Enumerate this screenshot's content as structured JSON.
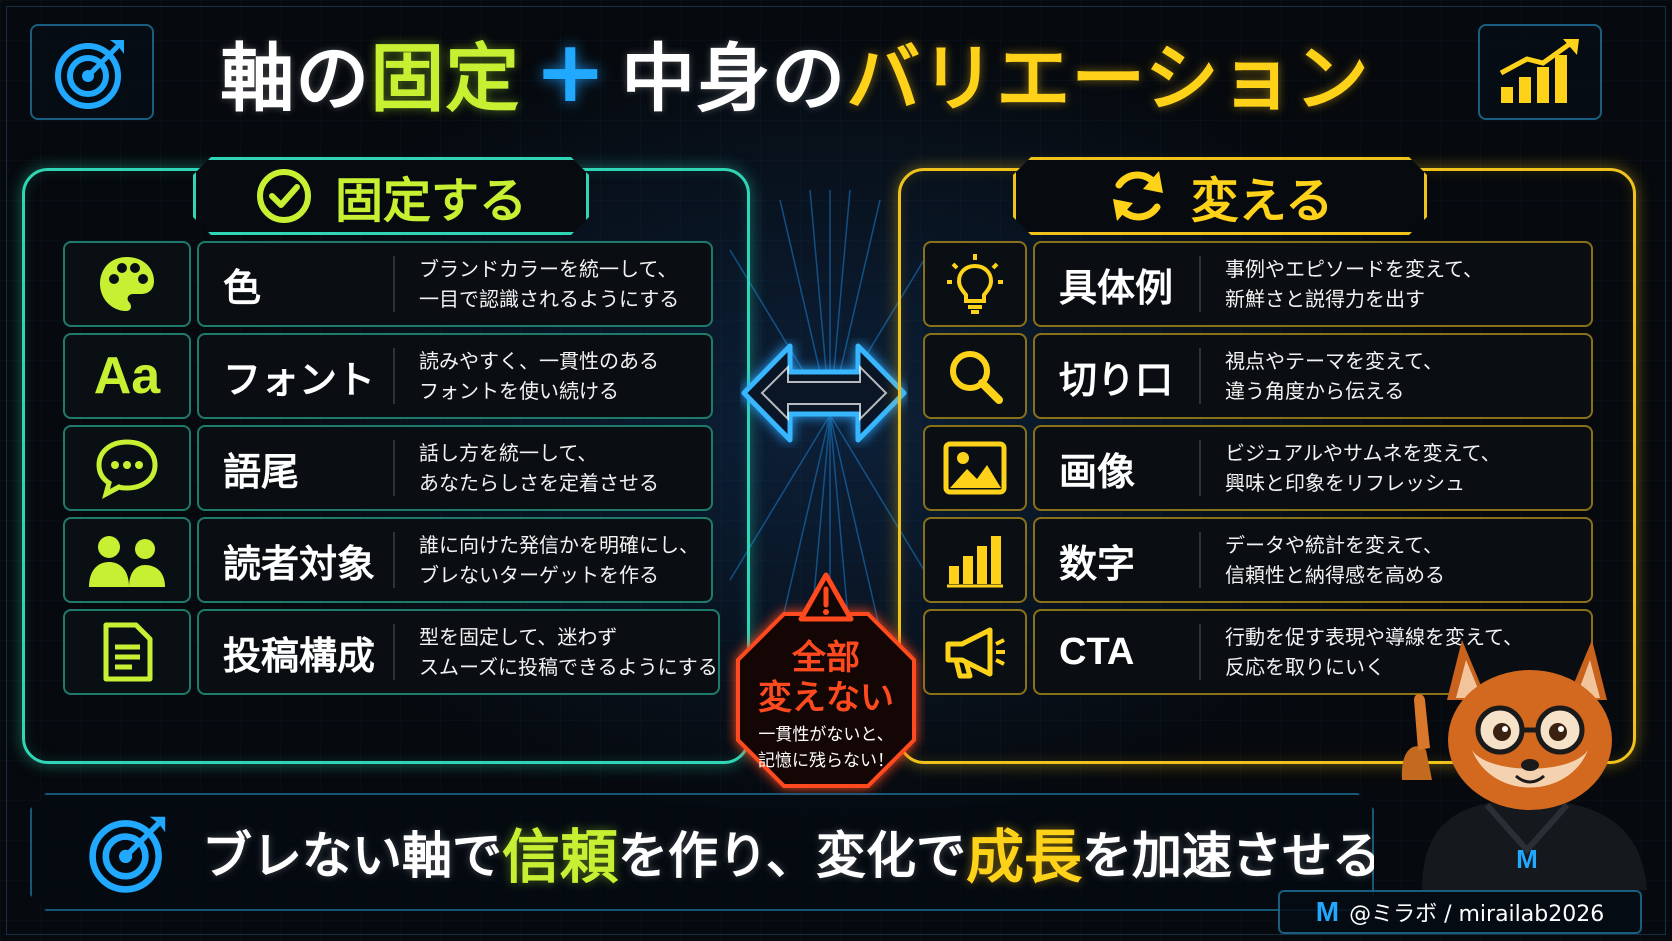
{
  "title": {
    "part1": "軸の",
    "part2": "固定",
    "plus": "+",
    "part3": "中身の",
    "part4": "バリエーション"
  },
  "left_panel": {
    "heading": "固定する",
    "items": [
      {
        "label": "色",
        "desc1": "ブランドカラーを統一して、",
        "desc2": "一目で認識されるようにする",
        "icon": "palette-icon"
      },
      {
        "label": "フォント",
        "desc1": "読みやすく、一貫性のある",
        "desc2": "フォントを使い続ける",
        "icon": "font-icon",
        "icon_text": "Aa"
      },
      {
        "label": "語尾",
        "desc1": "話し方を統一して、",
        "desc2": "あなたらしさを定着させる",
        "icon": "speech-bubble-icon"
      },
      {
        "label": "読者対象",
        "desc1": "誰に向けた発信かを明確にし、",
        "desc2": "ブレないターゲットを作る",
        "icon": "users-icon"
      },
      {
        "label": "投稿構成",
        "desc1": "型を固定して、迷わず",
        "desc2": "スムーズに投稿できるようにする",
        "icon": "document-icon"
      }
    ]
  },
  "right_panel": {
    "heading": "変える",
    "items": [
      {
        "label": "具体例",
        "desc1": "事例やエピソードを変えて、",
        "desc2": "新鮮さと説得力を出す",
        "icon": "lightbulb-icon"
      },
      {
        "label": "切り口",
        "desc1": "視点やテーマを変えて、",
        "desc2": "違う角度から伝える",
        "icon": "magnifier-icon"
      },
      {
        "label": "画像",
        "desc1": "ビジュアルやサムネを変えて、",
        "desc2": "興味と印象をリフレッシュ",
        "icon": "image-icon"
      },
      {
        "label": "数字",
        "desc1": "データや統計を変えて、",
        "desc2": "信頼性と納得感を高める",
        "icon": "bar-chart-icon"
      },
      {
        "label": "CTA",
        "desc1": "行動を促す表現や導線を変えて、",
        "desc2": "反応を取りにいく",
        "icon": "megaphone-icon"
      }
    ]
  },
  "warning": {
    "line1": "全部",
    "line2": "変えない",
    "note1": "一貫性がないと、",
    "note2": "記憶に残らない！"
  },
  "banner": {
    "p1": "ブレない軸で",
    "p2": "信頼",
    "p3": "を作り、変化で",
    "p4": "成長",
    "p5": "を加速させる！"
  },
  "credit": {
    "logo": "M",
    "text": "@ミラボ / mirailab2026"
  },
  "mascot": {
    "hoodie_logo": "M"
  },
  "colors": {
    "teal": "#2fd5b4",
    "lime": "#c8f033",
    "gold": "#f0c31c",
    "yellow": "#ffd21a",
    "blue": "#21a8ff",
    "alert": "#ff4a1f"
  }
}
